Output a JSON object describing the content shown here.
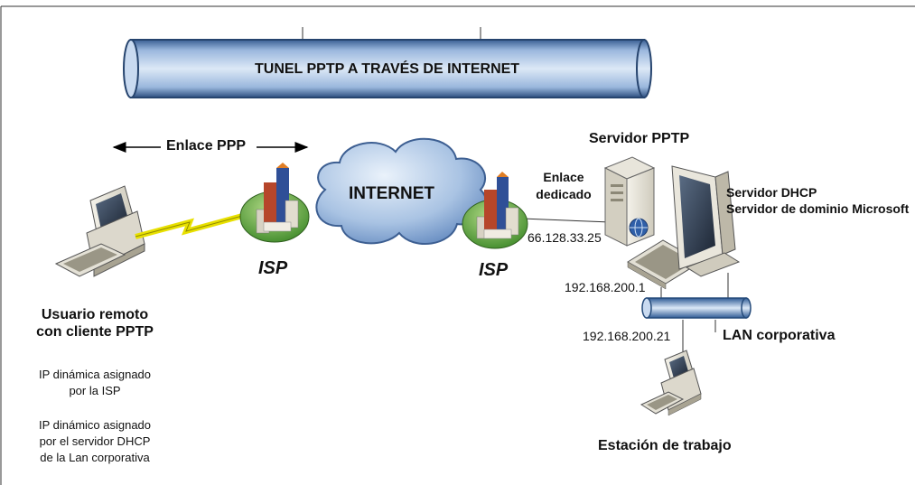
{
  "tunnel": {
    "label": "TUNEL PPTP A TRAVÉS DE INTERNET"
  },
  "link_ppp": {
    "label": "Enlace PPP"
  },
  "internet": {
    "label": "INTERNET"
  },
  "isp_left": {
    "label": "ISP"
  },
  "isp_right": {
    "label": "ISP"
  },
  "dedicated_link": {
    "line1": "Enlace",
    "line2": "dedicado"
  },
  "pptp_server": {
    "label": "Servidor PPTP",
    "public_ip": "66.128.33.25",
    "lan_ip": "192.168.200.1"
  },
  "dhcp_server": {
    "line1": "Servidor DHCP",
    "line2": "Servidor de dominio Microsoft"
  },
  "lan": {
    "label": "LAN corporativa"
  },
  "workstation": {
    "label": "Estación de trabajo",
    "ip": "192.168.200.21"
  },
  "remote_user": {
    "line1": "Usuario remoto",
    "line2": "con cliente PPTP",
    "note1_line1": "IP dinámica asignado",
    "note1_line2": "por la ISP",
    "note2_line1": "IP dinámico asignado",
    "note2_line2": "por el servidor DHCP",
    "note2_line3": "de la Lan corporativa"
  }
}
